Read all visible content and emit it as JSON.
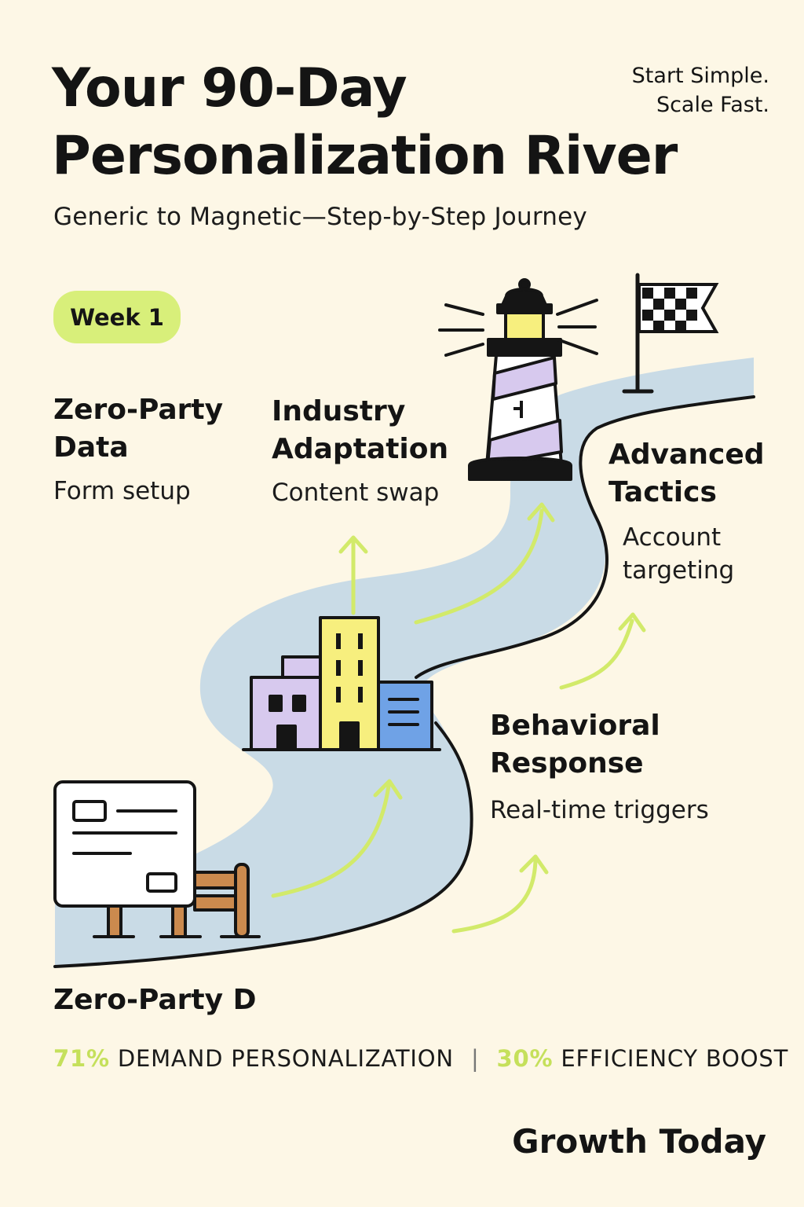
{
  "header": {
    "title_line1": "Your 90-Day",
    "title_line2": "Personalization River",
    "tagline_line1": "Start Simple.",
    "tagline_line2": "Scale Fast.",
    "subtitle": "Generic to Magnetic—Step-by-Step Journey"
  },
  "badge": {
    "week": "Week 1"
  },
  "steps": [
    {
      "title_line1": "Zero-Party",
      "title_line2": "Data",
      "desc_line1": "Form setup",
      "desc_line2": ""
    },
    {
      "title_line1": "Industry",
      "title_line2": "Adaptation",
      "desc_line1": "Content swap",
      "desc_line2": ""
    },
    {
      "title_line1": "Advanced",
      "title_line2": "Tactics",
      "desc_line1": "Account",
      "desc_line2": "targeting"
    },
    {
      "title_line1": "Behavioral",
      "title_line2": "Response",
      "desc_line1": "Real-time triggers",
      "desc_line2": ""
    }
  ],
  "bottom_label": "Zero-Party D",
  "stats": {
    "stat1_pct": "71%",
    "stat1_label": "DEMAND PERSONALIZATION",
    "separator": "|",
    "stat2_pct": "30%",
    "stat2_label": "EFFICIENCY BOOST"
  },
  "brand": "Growth Today",
  "colors": {
    "background": "#fdf7e6",
    "river": "#c9dbe6",
    "accent_green": "#c5e05b",
    "badge_green": "#d8ef7a",
    "building_purple": "#d7c9ee",
    "building_yellow": "#f7ef7e",
    "building_blue": "#6fa2e6"
  },
  "icons": [
    "lighthouse-icon",
    "checkered-flag-icon",
    "buildings-icon",
    "signboard-icon",
    "fence-icon",
    "arrow-icon"
  ]
}
